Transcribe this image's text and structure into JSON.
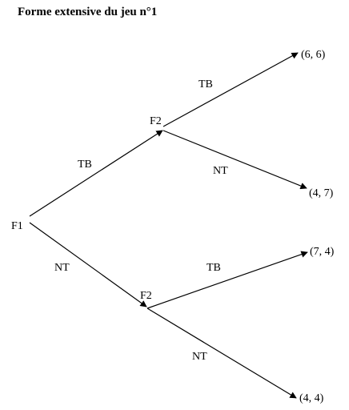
{
  "title": "Forme extensive du jeu n°1",
  "nodes": {
    "root": "F1",
    "upper": "F2",
    "lower": "F2"
  },
  "edges": {
    "root_up": "TB",
    "root_down": "NT",
    "upper_up": "TB",
    "upper_down": "NT",
    "lower_up": "TB",
    "lower_down": "NT"
  },
  "payoffs": {
    "p1": "(6, 6)",
    "p2": "(4, 7)",
    "p3": "(7, 4)",
    "p4": "(4, 4)"
  },
  "colors": {
    "line": "#000000",
    "background": "#ffffff"
  }
}
